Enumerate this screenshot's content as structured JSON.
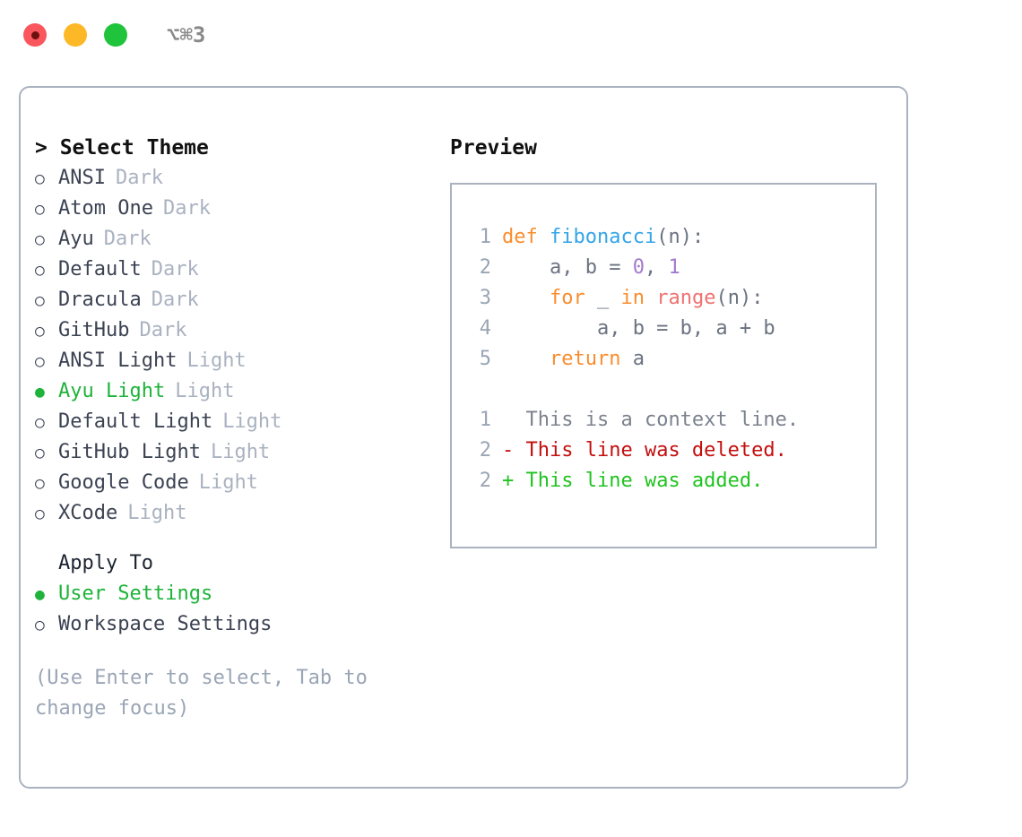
{
  "titlebar": {
    "dots": [
      {
        "name": "close-button",
        "color": "#f9575d"
      },
      {
        "name": "minimize-button",
        "color": "#fcb827"
      },
      {
        "name": "maximize-button",
        "color": "#20c33c"
      }
    ],
    "shortcut": "⌥⌘3"
  },
  "theme_panel": {
    "heading": "> Select Theme",
    "items": [
      {
        "bullet": "○",
        "name": "ANSI",
        "kind": "Dark",
        "selected": false
      },
      {
        "bullet": "○",
        "name": "Atom One",
        "kind": "Dark",
        "selected": false
      },
      {
        "bullet": "○",
        "name": "Ayu",
        "kind": "Dark",
        "selected": false
      },
      {
        "bullet": "○",
        "name": "Default",
        "kind": "Dark",
        "selected": false
      },
      {
        "bullet": "○",
        "name": "Dracula",
        "kind": "Dark",
        "selected": false
      },
      {
        "bullet": "○",
        "name": "GitHub",
        "kind": "Dark",
        "selected": false
      },
      {
        "bullet": "○",
        "name": "ANSI Light",
        "kind": "Light",
        "selected": false
      },
      {
        "bullet": "●",
        "name": "Ayu Light",
        "kind": "Light",
        "selected": true
      },
      {
        "bullet": "○",
        "name": "Default Light",
        "kind": "Light",
        "selected": false
      },
      {
        "bullet": "○",
        "name": "GitHub Light",
        "kind": "Light",
        "selected": false
      },
      {
        "bullet": "○",
        "name": "Google Code",
        "kind": "Light",
        "selected": false
      },
      {
        "bullet": "○",
        "name": "XCode",
        "kind": "Light",
        "selected": false
      }
    ]
  },
  "apply_to": {
    "heading": "Apply To",
    "options": [
      {
        "bullet": "●",
        "label": "User Settings",
        "selected": true
      },
      {
        "bullet": "○",
        "label": "Workspace Settings",
        "selected": false
      }
    ]
  },
  "hint": "(Use Enter to select, Tab to change focus)",
  "preview": {
    "heading": "Preview",
    "code_lines": [
      {
        "num": "1",
        "tokens": [
          {
            "text": "def ",
            "style": "kw"
          },
          {
            "text": "fibonacci",
            "style": "fn"
          },
          {
            "text": "(n):",
            "style": "plain"
          }
        ]
      },
      {
        "num": "2",
        "tokens": [
          {
            "text": "    a, b = ",
            "style": "plain"
          },
          {
            "text": "0",
            "style": "num"
          },
          {
            "text": ", ",
            "style": "plain"
          },
          {
            "text": "1",
            "style": "num"
          }
        ]
      },
      {
        "num": "3",
        "tokens": [
          {
            "text": "    ",
            "style": "plain"
          },
          {
            "text": "for",
            "style": "kw"
          },
          {
            "text": " _ ",
            "style": "plain"
          },
          {
            "text": "in",
            "style": "kw"
          },
          {
            "text": " ",
            "style": "plain"
          },
          {
            "text": "range",
            "style": "call"
          },
          {
            "text": "(n):",
            "style": "plain"
          }
        ]
      },
      {
        "num": "4",
        "tokens": [
          {
            "text": "        a, b = b, a + b",
            "style": "plain"
          }
        ]
      },
      {
        "num": "5",
        "tokens": [
          {
            "text": "    ",
            "style": "plain"
          },
          {
            "text": "return",
            "style": "kw"
          },
          {
            "text": " a",
            "style": "plain"
          }
        ]
      }
    ],
    "diff_lines": [
      {
        "num": "1",
        "marker": "  ",
        "text": "This is a context line.",
        "style": "ctx"
      },
      {
        "num": "2",
        "marker": "- ",
        "text": "This line was deleted.",
        "style": "del"
      },
      {
        "num": "2",
        "marker": "+ ",
        "text": "This line was added.",
        "style": "add"
      }
    ]
  },
  "colors": {
    "accent_green": "#1eb33a",
    "muted": "#aab2c0",
    "border": "#aab2c0",
    "keyword": "#fa8d2e",
    "function": "#34a5e8",
    "number": "#a37acc",
    "call": "#f07171",
    "plain": "#6b7280",
    "diff_add": "#21c321",
    "diff_del": "#c40e0e"
  }
}
